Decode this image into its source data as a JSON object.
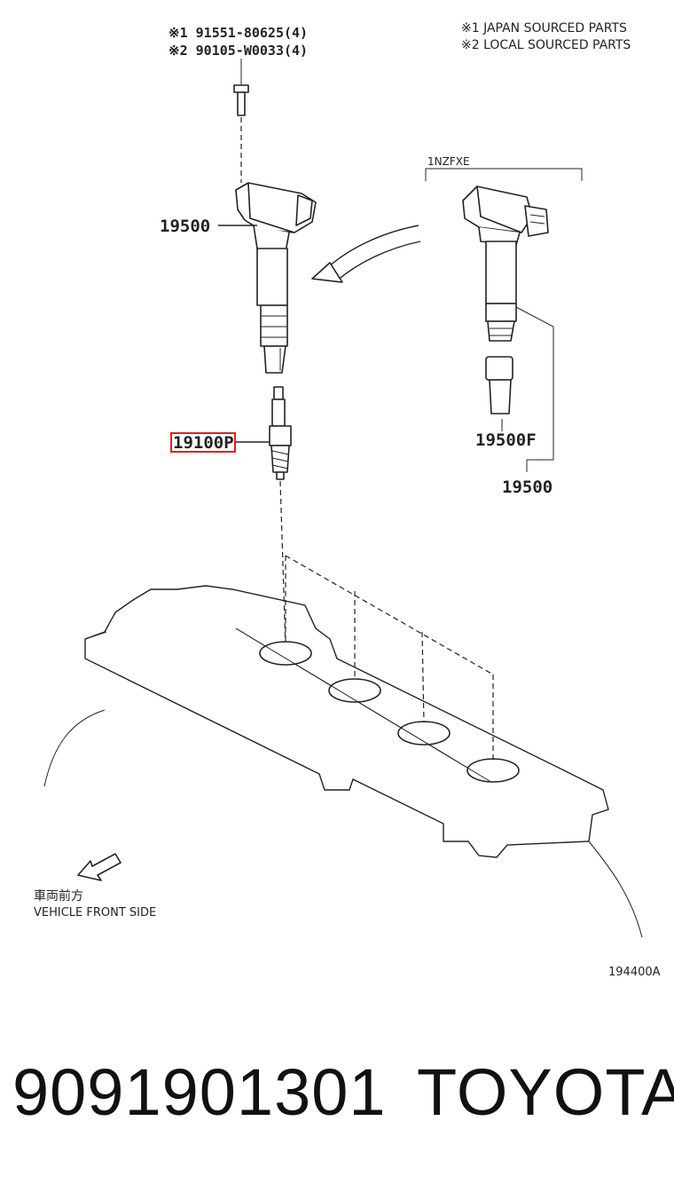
{
  "bolt_callouts": [
    "※1 91551-80625(4)",
    "※2 90105-W0033(4)"
  ],
  "legend": [
    "※1 JAPAN SOURCED PARTS",
    "※2 LOCAL SOURCED PARTS"
  ],
  "variant_label": "1NZFXE",
  "callouts": {
    "coil_main": "19500",
    "spark_plug": "19100P",
    "coil_variant_boot": "19500F",
    "coil_variant": "19500"
  },
  "direction": {
    "japanese": "車両前方",
    "english": "VEHICLE FRONT SIDE"
  },
  "diagram_code": "194400A",
  "footer": {
    "part_number": "9091901301",
    "brand": "TOYOTA"
  },
  "colors": {
    "highlight": "#e02020",
    "ink": "#222222"
  },
  "icons": {
    "front_arrow": "arrow-left-down-icon",
    "transition_arrow": "curved-arrow-icon"
  }
}
